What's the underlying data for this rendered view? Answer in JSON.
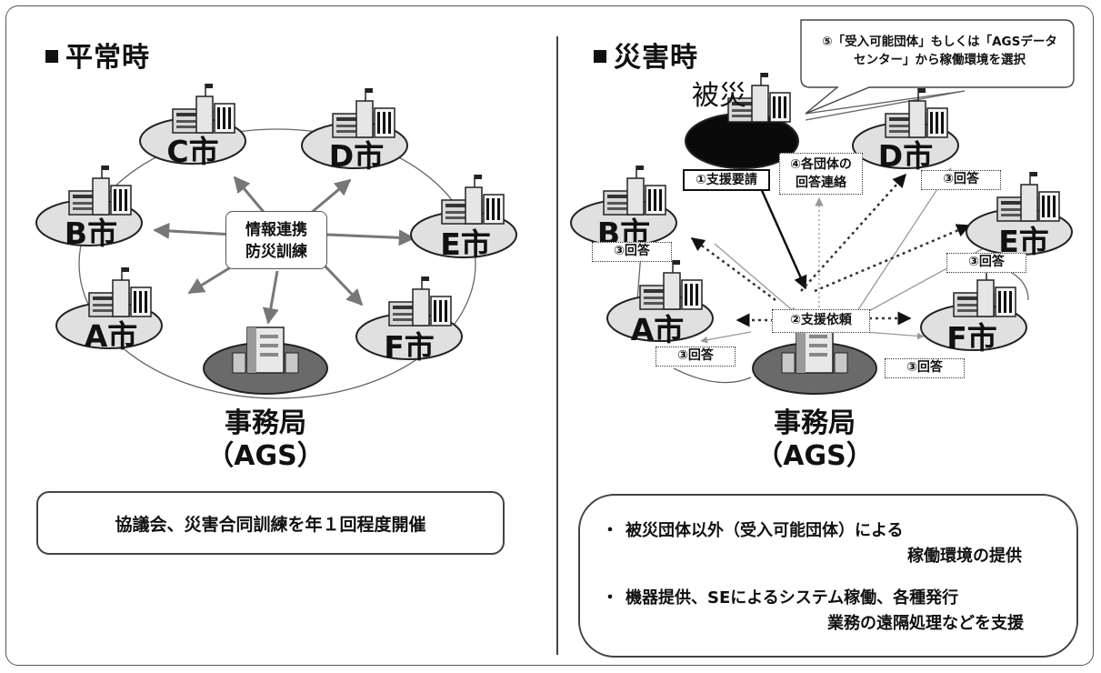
{
  "left": {
    "heading": "平常時",
    "cities": [
      "C市",
      "D市",
      "B市",
      "E市",
      "A市",
      "F市"
    ],
    "center_box": [
      "情報連携",
      "防災訓練"
    ],
    "hq": [
      "事務局",
      "（AGS）"
    ],
    "note": "協議会、災害合同訓練を年１回程度開催"
  },
  "right": {
    "heading": "災害時",
    "affected_label": "被災",
    "cities": [
      "D市",
      "B市",
      "E市",
      "A市",
      "F市"
    ],
    "callout": [
      "⑤「受入可能団体」もしくは「AGSデータ",
      "センター」から稼働環境を選択"
    ],
    "step1": "①支援要請",
    "step4": [
      "④各団体の",
      "回答連絡"
    ],
    "step2": "②支援依頼",
    "answer": "③回答",
    "hq": [
      "事務局",
      "（AGS）"
    ],
    "notes": [
      {
        "bullet": "・",
        "lines": [
          "被災団体以外（受入可能団体）による",
          "稼働環境の提供"
        ]
      },
      {
        "bullet": "・",
        "lines": [
          "機器提供、SEによるシステム稼働、各種発行",
          "業務の遠隔処理などを支援"
        ]
      }
    ]
  }
}
